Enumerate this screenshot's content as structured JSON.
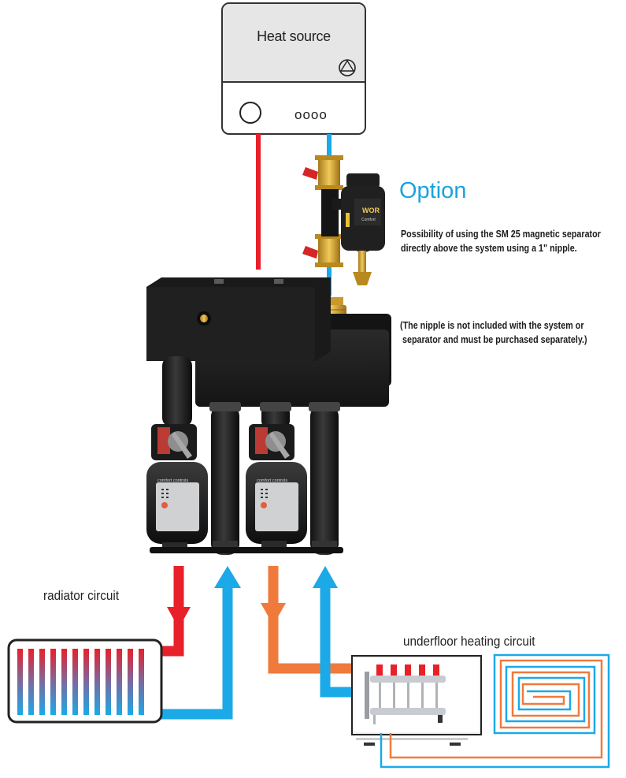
{
  "heat_source": {
    "label": "Heat source",
    "dots": "oooo"
  },
  "option": {
    "title": "Option",
    "description_lines": [
      "Possibility of using the SM 25 magnetic separator",
      "directly above the system using a 1\" nipple."
    ],
    "note_lines": [
      "(The nipple is not included with the system or",
      " separator and must be purchased separately.)"
    ]
  },
  "separator": {
    "brand": "WOR",
    "sub": "Comfort"
  },
  "pump": {
    "brand": "comfort controls"
  },
  "circuits": {
    "radiator": {
      "label": "radiator circuit"
    },
    "underfloor": {
      "label": "underfloor heating circuit"
    }
  },
  "colors": {
    "supply_red": "#e8202a",
    "return_blue": "#1ba9e8",
    "underfloor_orange": "#f07a3c",
    "insulation": "#1a1a1a"
  }
}
